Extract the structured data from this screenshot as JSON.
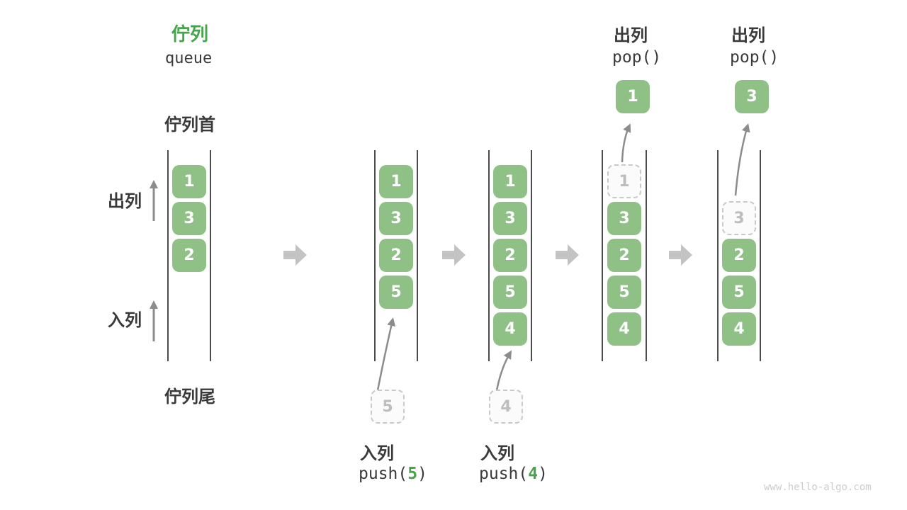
{
  "title": {
    "zh": "佇列",
    "en": "queue"
  },
  "labels": {
    "front": "佇列首",
    "rear": "佇列尾",
    "dequeue": "出列",
    "enqueue": "入列"
  },
  "queues": {
    "q1": [
      "1",
      "3",
      "2"
    ],
    "q2": [
      "1",
      "3",
      "2",
      "5"
    ],
    "q3": [
      "1",
      "3",
      "2",
      "5",
      "4"
    ],
    "q4_ghost": "1",
    "q4": [
      "3",
      "2",
      "5",
      "4"
    ],
    "q5_ghost": "3",
    "q5": [
      "2",
      "5",
      "4"
    ]
  },
  "pending": {
    "enqueue5": "5",
    "enqueue4": "4"
  },
  "popped": {
    "first": "1",
    "second": "3"
  },
  "ops": {
    "pop1_label": "出列",
    "pop1_call": "pop()",
    "pop2_label": "出列",
    "pop2_call": "pop()",
    "push1_label": "入列",
    "push1_pre": "push(",
    "push1_arg": "5",
    "push1_suf": ")",
    "push2_label": "入列",
    "push2_pre": "push(",
    "push2_arg": "4",
    "push2_suf": ")"
  },
  "colors": {
    "accent_green": "#46a44a",
    "cell_green": "#8FC186",
    "dark_text": "#3a3a3a",
    "thin_arrow_gray": "#8c8c8c",
    "block_arrow_gray": "#c3c3c3",
    "ghost_gray": "#c9c9c9"
  },
  "watermark": "www.hello-algo.com"
}
